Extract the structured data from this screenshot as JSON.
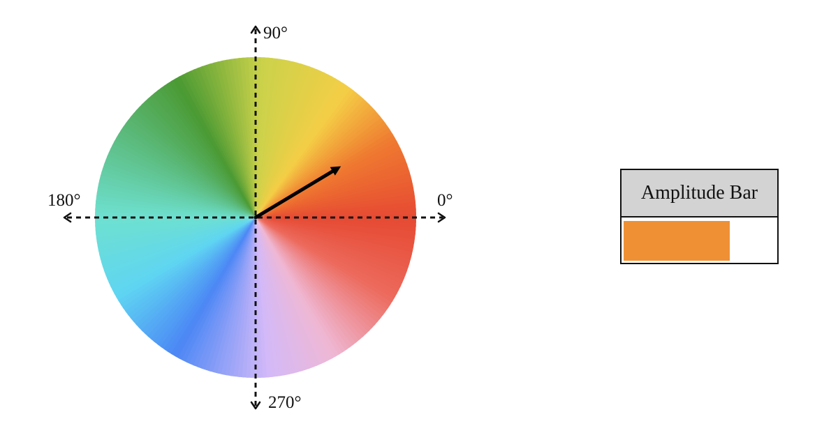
{
  "axes": {
    "angle_0": "0°",
    "angle_90": "90°",
    "angle_180": "180°",
    "angle_270": "270°"
  },
  "vector": {
    "angle_deg": 31,
    "magnitude_fraction": 0.62,
    "color": "#000000"
  },
  "amplitude_bar": {
    "title": "Amplitude Bar",
    "fill_fraction": 0.7,
    "fill_color": "#ef9035",
    "header_color": "#d3d3d3"
  },
  "color_wheel": {
    "hue_stops": [
      {
        "angle": 0,
        "color": "#e64a33"
      },
      {
        "angle": 30,
        "color": "#ef7a30"
      },
      {
        "angle": 55,
        "color": "#f4ce46"
      },
      {
        "angle": 88,
        "color": "#cbd24a"
      },
      {
        "angle": 120,
        "color": "#4b9a33"
      },
      {
        "angle": 180,
        "color": "#6ee0d0"
      },
      {
        "angle": 210,
        "color": "#5fd5f2"
      },
      {
        "angle": 240,
        "color": "#4c87f5"
      },
      {
        "angle": 275,
        "color": "#d3b9f8"
      },
      {
        "angle": 300,
        "color": "#efb8d4"
      },
      {
        "angle": 330,
        "color": "#ec6a5c"
      },
      {
        "angle": 360,
        "color": "#e64a33"
      }
    ]
  }
}
